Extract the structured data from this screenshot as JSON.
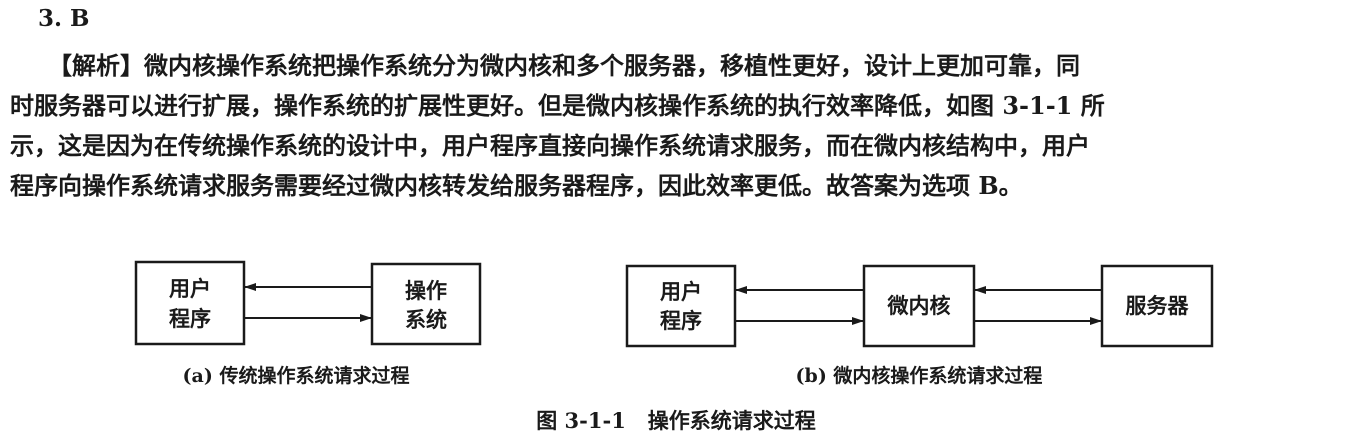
{
  "answer": "3. B",
  "explanation": {
    "lines": [
      "【解析】微内核操作系统把操作系统分为微内核和多个服务器，移植性更好，设计上更加可靠，同",
      "时服务器可以进行扩展，操作系统的扩展性更好。但是微内核操作系统的执行效率降低，如图 3-1-1 所",
      "示，这是因为在传统操作系统的设计中，用户程序直接向操作系统请求服务，而在微内核结构中，用户",
      "程序向操作系统请求服务需要经过微内核转发给服务器程序，因此效率更低。故答案为选项 B。"
    ]
  },
  "figure": {
    "title": "图 3-1-1   操作系统请求过程",
    "diagram_a": {
      "user_box": {
        "line1": "用户",
        "line2": "程序"
      },
      "os_box": {
        "line1": "操作",
        "line2": "系统"
      },
      "caption": "(a) 传统操作系统请求过程"
    },
    "diagram_b": {
      "user_box": {
        "line1": "用户",
        "line2": "程序"
      },
      "kernel_box": {
        "label": "微内核"
      },
      "server_box": {
        "label": "服务器"
      },
      "caption": "(b) 微内核操作系统请求过程"
    }
  }
}
